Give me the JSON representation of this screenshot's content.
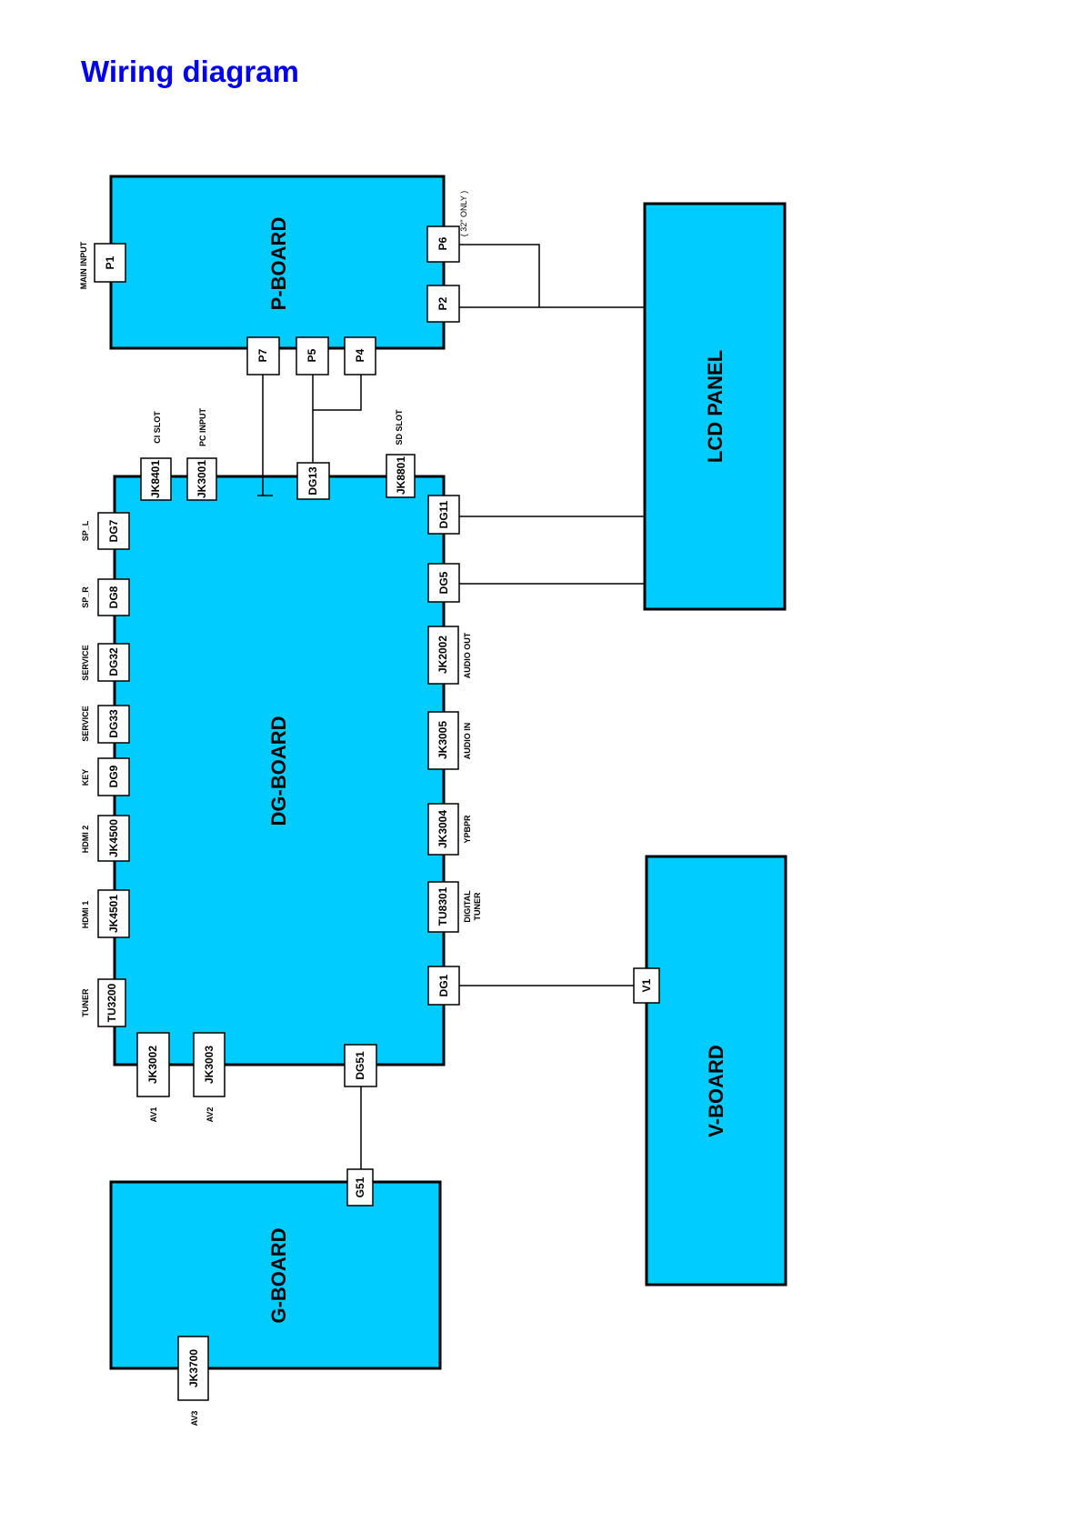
{
  "title": "Wiring diagram",
  "colors": {
    "title": "#0000ee",
    "board_fill": "#00ccff",
    "stroke": "#000000",
    "connector_fill": "#ffffff"
  },
  "boards": {
    "p_board": "P-BOARD",
    "dg_board": "DG-BOARD",
    "lcd_panel": "LCD PANEL",
    "v_board": "V-BOARD",
    "g_board": "G-BOARD"
  },
  "connectors": {
    "p1": "P1",
    "p6": "P6",
    "p2": "P2",
    "p7": "P7",
    "p5": "P5",
    "p4": "P4",
    "jk8401": "JK8401",
    "jk3001": "JK3001",
    "dg13": "DG13",
    "jk8801": "JK8801",
    "dg7": "DG7",
    "dg8": "DG8",
    "dg32": "DG32",
    "dg33": "DG33",
    "dg9": "DG9",
    "jk4500": "JK4500",
    "jk4501": "JK4501",
    "tu3200": "TU3200",
    "dg11": "DG11",
    "dg5": "DG5",
    "jk2002": "JK2002",
    "jk3005": "JK3005",
    "jk3004": "JK3004",
    "tu8301": "TU8301",
    "dg1": "DG1",
    "jk3002": "JK3002",
    "jk3003": "JK3003",
    "dg51": "DG51",
    "v1": "V1",
    "g51": "G51",
    "jk3700": "JK3700"
  },
  "labels": {
    "main_input": "MAIN INPUT",
    "note_32": "( 32\" ONLY )",
    "ci_slot": "CI SLOT",
    "pc_input": "PC INPUT",
    "sd_slot": "SD SLOT",
    "sp_l": "SP_L",
    "sp_r": "SP_R",
    "service_1": "SERVICE",
    "service_2": "SERVICE",
    "key": "KEY",
    "hdmi_2": "HDMI 2",
    "hdmi_1": "HDMI 1",
    "tuner": "TUNER",
    "audio_out": "AUDIO OUT",
    "audio_in": "AUDIO IN",
    "ypbpr": "YPBPR",
    "digital": "DIGITAL",
    "tuner_digital": "TUNER",
    "av1": "AV1",
    "av2": "AV2",
    "av3": "AV3"
  }
}
